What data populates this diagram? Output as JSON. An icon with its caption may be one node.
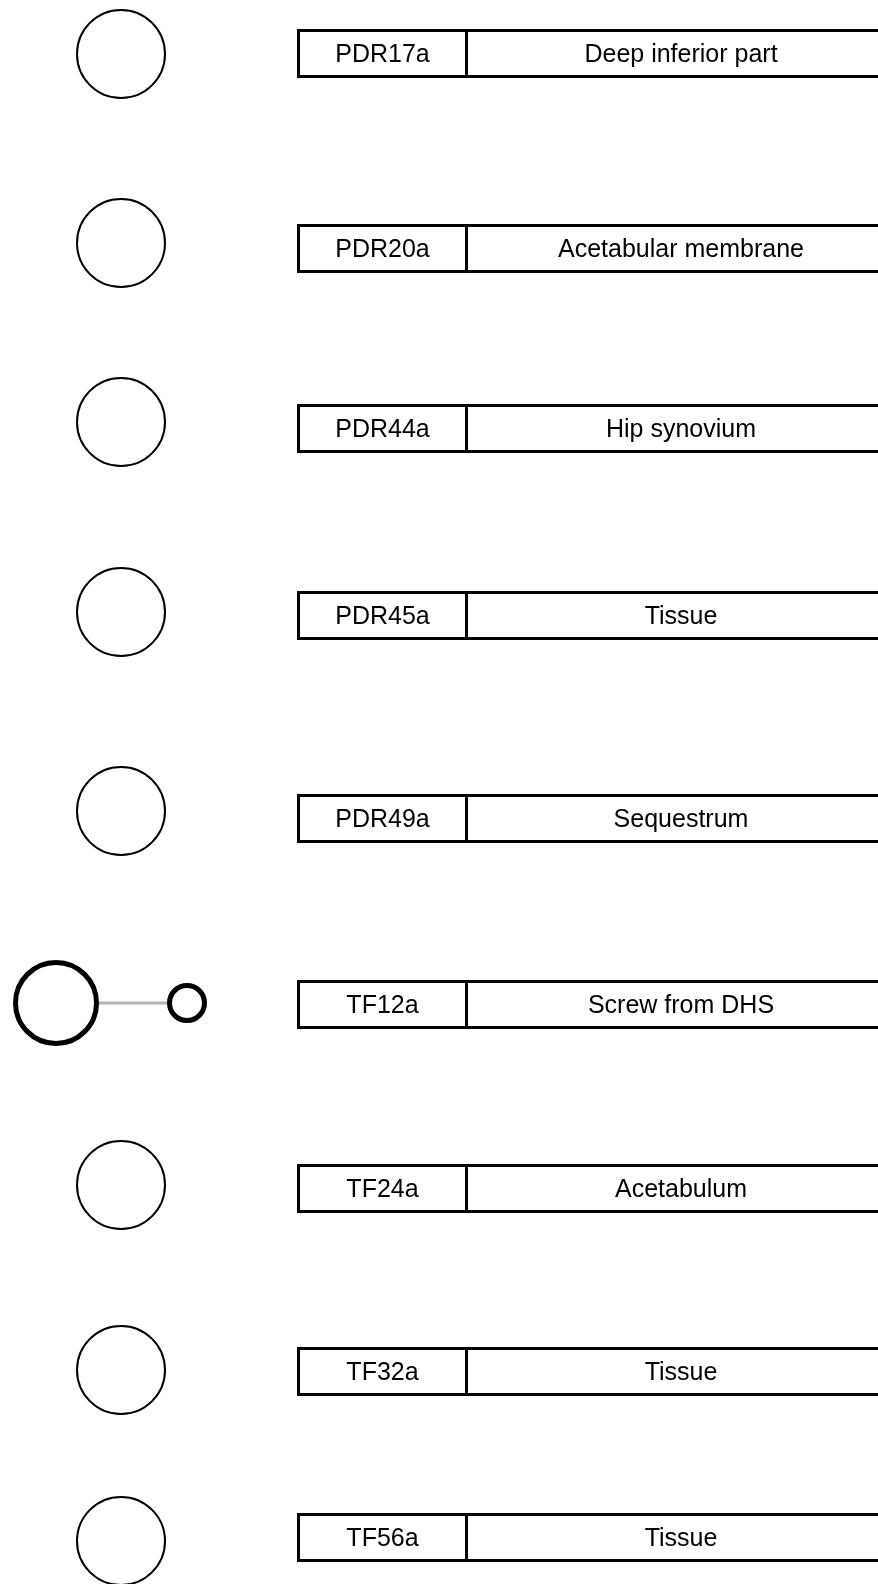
{
  "diagram": {
    "nodes": [
      {
        "text": [],
        "shape": "circle"
      },
      {
        "text": [
          "PDR17a",
          "Deep inferior part"
        ]
      },
      {
        "text": [],
        "shape": "circle"
      },
      {
        "text": [
          "PDR20a",
          "Acetabular membrane"
        ]
      },
      {
        "text": [],
        "shape": "circle"
      },
      {
        "text": [
          "PDR44a",
          "Hip synovium"
        ]
      },
      {
        "text": [],
        "shape": "circle"
      },
      {
        "text": [
          "PDR45a",
          "Tissue"
        ]
      },
      {
        "text": [],
        "shape": "circle"
      },
      {
        "text": [
          "PDR49a",
          "Sequestrum"
        ]
      },
      {
        "text": [],
        "shape": "circle"
      },
      {
        "text": [],
        "shape": "circle"
      },
      {
        "text": [
          "TF12a",
          "Screw from DHS"
        ]
      },
      {
        "text": [],
        "shape": "circle"
      },
      {
        "text": [
          "TF24a",
          "Acetabulum"
        ]
      },
      {
        "text": [],
        "shape": "circle"
      },
      {
        "text": [
          "TF32a",
          "Tissue"
        ]
      },
      {
        "text": [],
        "shape": "circle"
      },
      {
        "text": [
          "TF56a",
          "Tissue"
        ]
      }
    ],
    "edges": [
      {
        "from": 10,
        "to": 11,
        "arrow": "none",
        "color": "#b3b3b3"
      }
    ]
  }
}
